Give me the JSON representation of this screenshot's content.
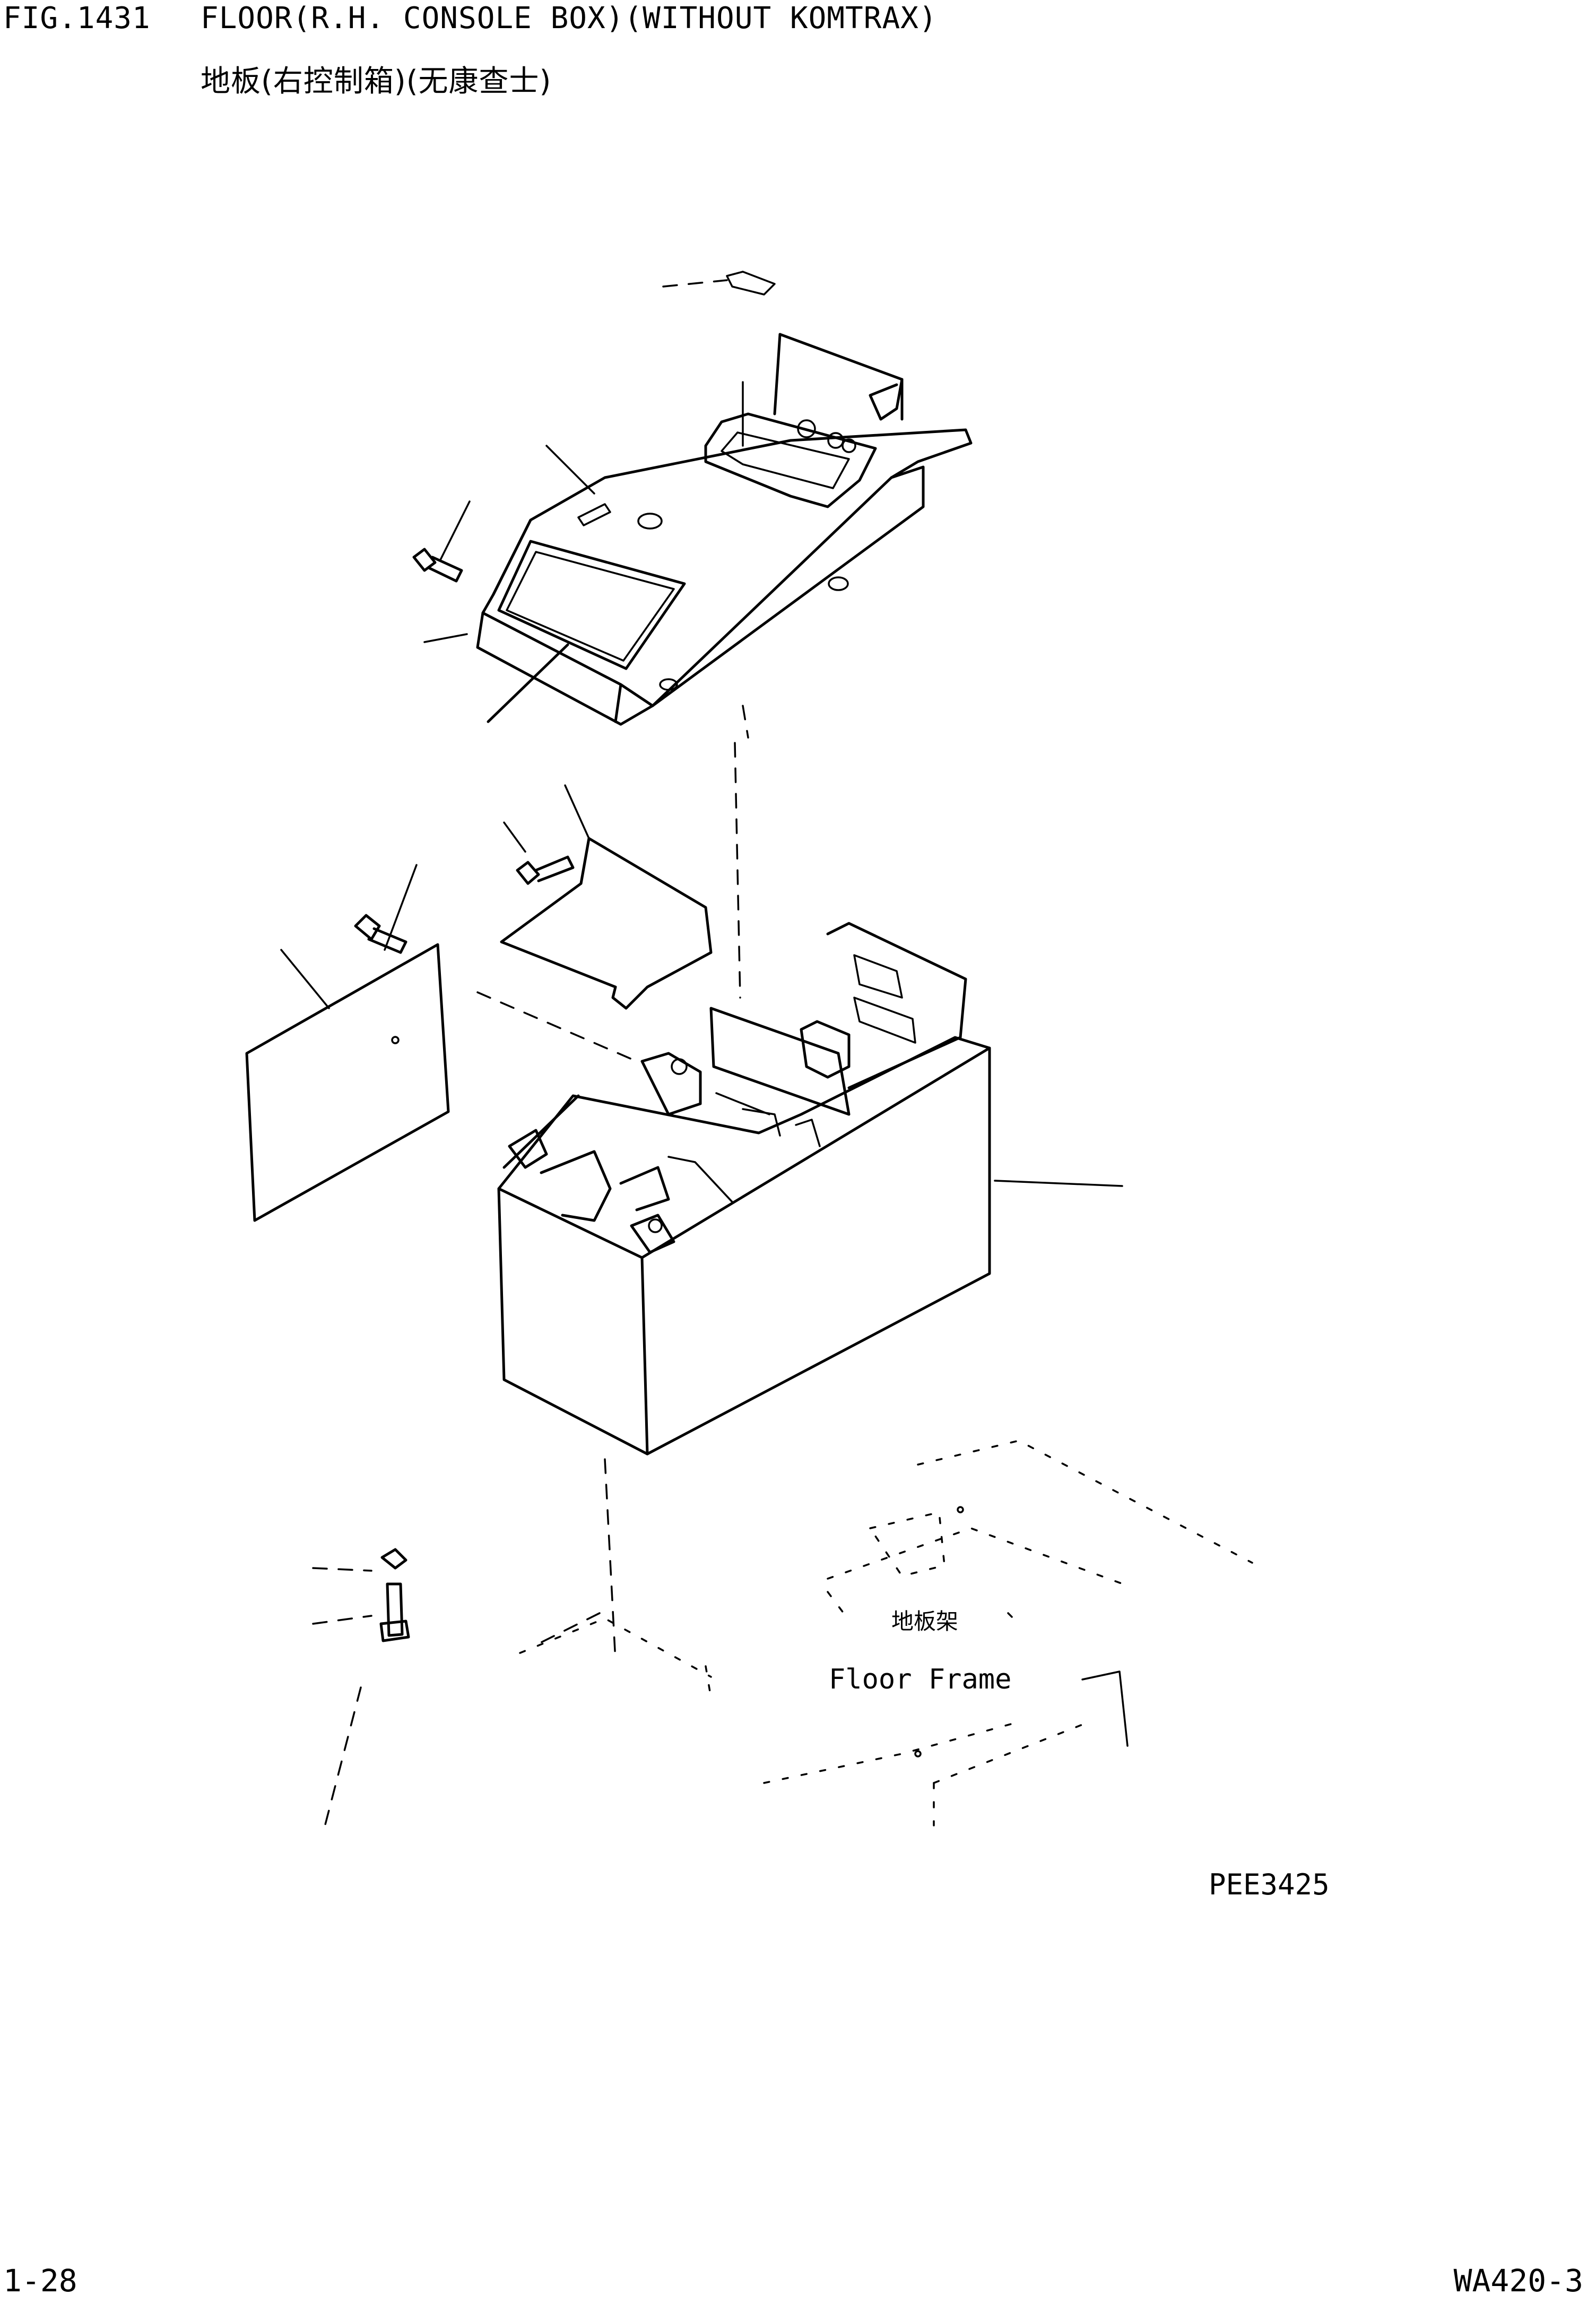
{
  "header": {
    "figure_number": "FIG.1431",
    "title_en": "FLOOR(R.H. CONSOLE BOX)(WITHOUT KOMTRAX)",
    "title_cn": "地板(右控制箱)(无康查士)"
  },
  "diagram": {
    "floor_frame_cn": "地板架",
    "floor_frame_en": "Floor Frame",
    "drawing_code": "PEE3425"
  },
  "footer": {
    "page_number": "1-28",
    "model": "WA420-3"
  }
}
